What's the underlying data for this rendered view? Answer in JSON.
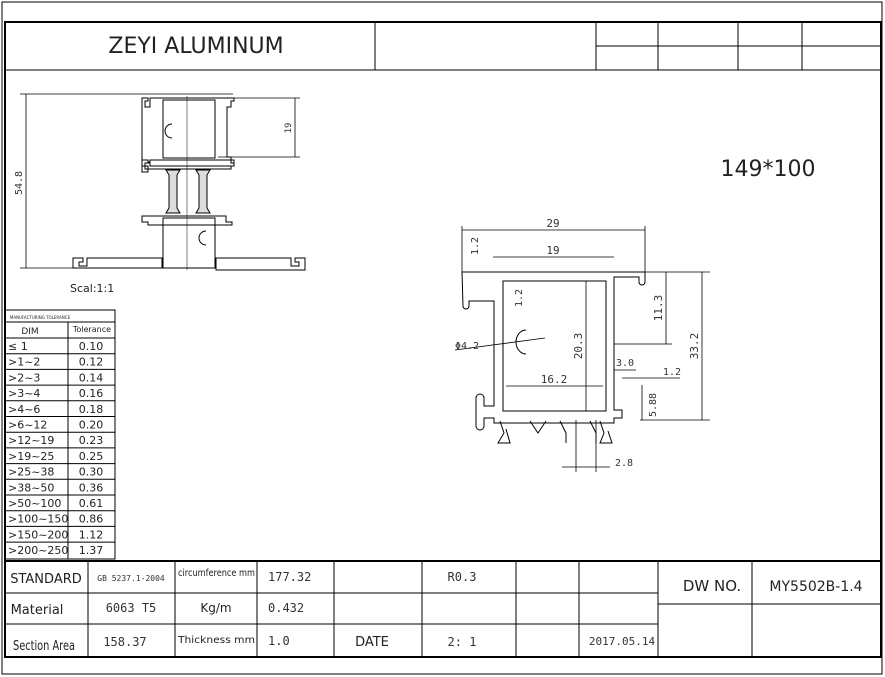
{
  "title_block": {
    "company": "ZEYI ALUMINUM",
    "profile_size": "149*100"
  },
  "section_view": {
    "height_dim": "54.8",
    "box_dim": "19",
    "scale": "Scal:1:1"
  },
  "profile_dims": {
    "width_total": "29",
    "width_inner": "19",
    "flange_thickness": "1.2",
    "slot_depth": "1.2",
    "screw_port": "Φ4.2",
    "inner_height": "20.3",
    "inner_width": "16.2",
    "upper_height": "11.3",
    "total_height": "33.2",
    "gap_width": "3.0",
    "lip": "1.2",
    "lower_height": "5.88",
    "foot_width": "2.8"
  },
  "tolerance_table": {
    "caption": "MANUFACTURING TOLERANCE",
    "headers": [
      "DIM",
      "Tolerance"
    ],
    "rows": [
      [
        "≤ 1",
        "0.10"
      ],
      [
        ">1~2",
        "0.12"
      ],
      [
        ">2~3",
        "0.14"
      ],
      [
        ">3~4",
        "0.16"
      ],
      [
        ">4~6",
        "0.18"
      ],
      [
        ">6~12",
        "0.20"
      ],
      [
        ">12~19",
        "0.23"
      ],
      [
        ">19~25",
        "0.25"
      ],
      [
        ">25~38",
        "0.30"
      ],
      [
        ">38~50",
        "0.36"
      ],
      [
        ">50~100",
        "0.61"
      ],
      [
        ">100~150",
        "0.86"
      ],
      [
        ">150~200",
        "1.12"
      ],
      [
        ">200~250",
        "1.37"
      ]
    ]
  },
  "spec_table": {
    "standard_label": "STANDARD",
    "standard_value": "GB 5237.1-2004",
    "circumference_label": "circumference mm",
    "circumference_value": "177.32",
    "radius": "R0.3",
    "material_label": "Material",
    "material_value": "6063 T5",
    "weight_label": "Kg/m",
    "weight_value": "0.432",
    "section_area_label": "Section Area",
    "section_area_value": "158.37",
    "thickness_label": "Thickness mm",
    "thickness_value": "1.0",
    "date_label": "DATE",
    "scale_value": "2: 1",
    "date_value": "2017.05.14",
    "dw_no_label": "DW NO.",
    "dw_no_value": "MY5502B-1.4"
  }
}
